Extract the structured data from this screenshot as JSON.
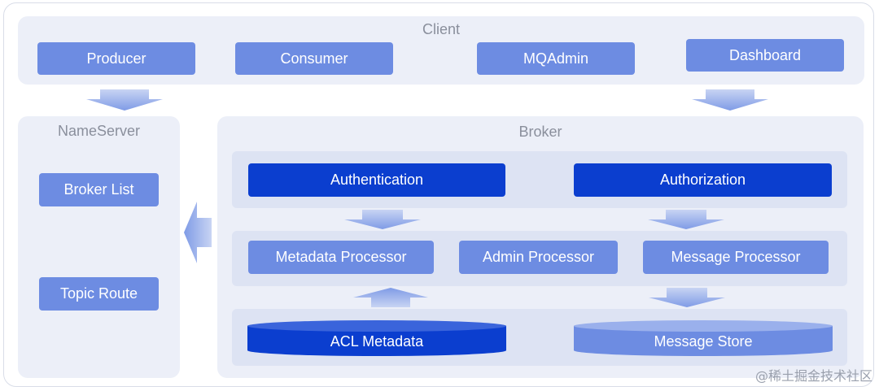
{
  "client": {
    "title": "Client",
    "items": [
      "Producer",
      "Consumer",
      "MQAdmin",
      "Dashboard"
    ]
  },
  "nameserver": {
    "title": "NameServer",
    "items": [
      "Broker List",
      "Topic Route"
    ]
  },
  "broker": {
    "title": "Broker",
    "auth": [
      "Authentication",
      "Authorization"
    ],
    "processors": [
      "Metadata Processor",
      "Admin Processor",
      "Message Processor"
    ],
    "stores": [
      "ACL Metadata",
      "Message Store"
    ]
  },
  "watermark": "@稀土掘金技术社区",
  "colors": {
    "light_box": "#6d8ce2",
    "dark_box": "#0b3ecf",
    "panel": "#eceff8",
    "group": "#dde3f3"
  }
}
